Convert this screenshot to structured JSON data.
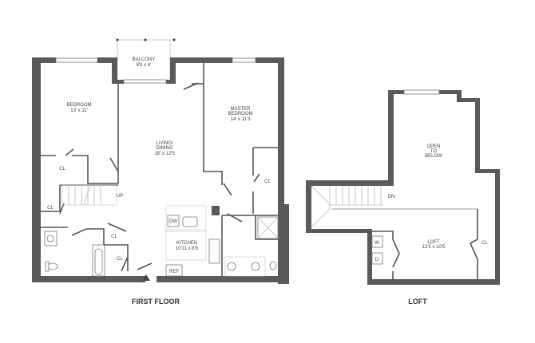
{
  "plans": [
    {
      "caption": "FIRST FLOOR",
      "rooms": {
        "balcony": {
          "name": "BALCONY",
          "dims": "8'8 x 6'"
        },
        "bedroom": {
          "name": "BEDROOM",
          "dims": "13' x 11'"
        },
        "living": {
          "name1": "LIVING/",
          "name2": "DINING",
          "dims": "18' x 12'5"
        },
        "master": {
          "name1": "MASTER",
          "name2": "BEDROOM",
          "dims": "14' x 11'3"
        },
        "kitchen": {
          "name": "KITCHEN",
          "dims": "10'11 x 8'6"
        }
      },
      "labels": {
        "closet": "CL",
        "stairs_up": "UP",
        "dishwasher": "DW",
        "refrigerator": "REF"
      }
    },
    {
      "caption": "LOFT",
      "rooms": {
        "open": {
          "line1": "OPEN",
          "line2": "TO",
          "line3": "BELOW"
        },
        "loft": {
          "name": "LOFT",
          "dims": "12'5 x 10'5"
        }
      },
      "labels": {
        "closet": "CL",
        "stairs_down": "DN",
        "washer": "W",
        "dryer": "D"
      }
    }
  ],
  "colors": {
    "wall": "#5a5a5a",
    "background": "#ffffff"
  }
}
